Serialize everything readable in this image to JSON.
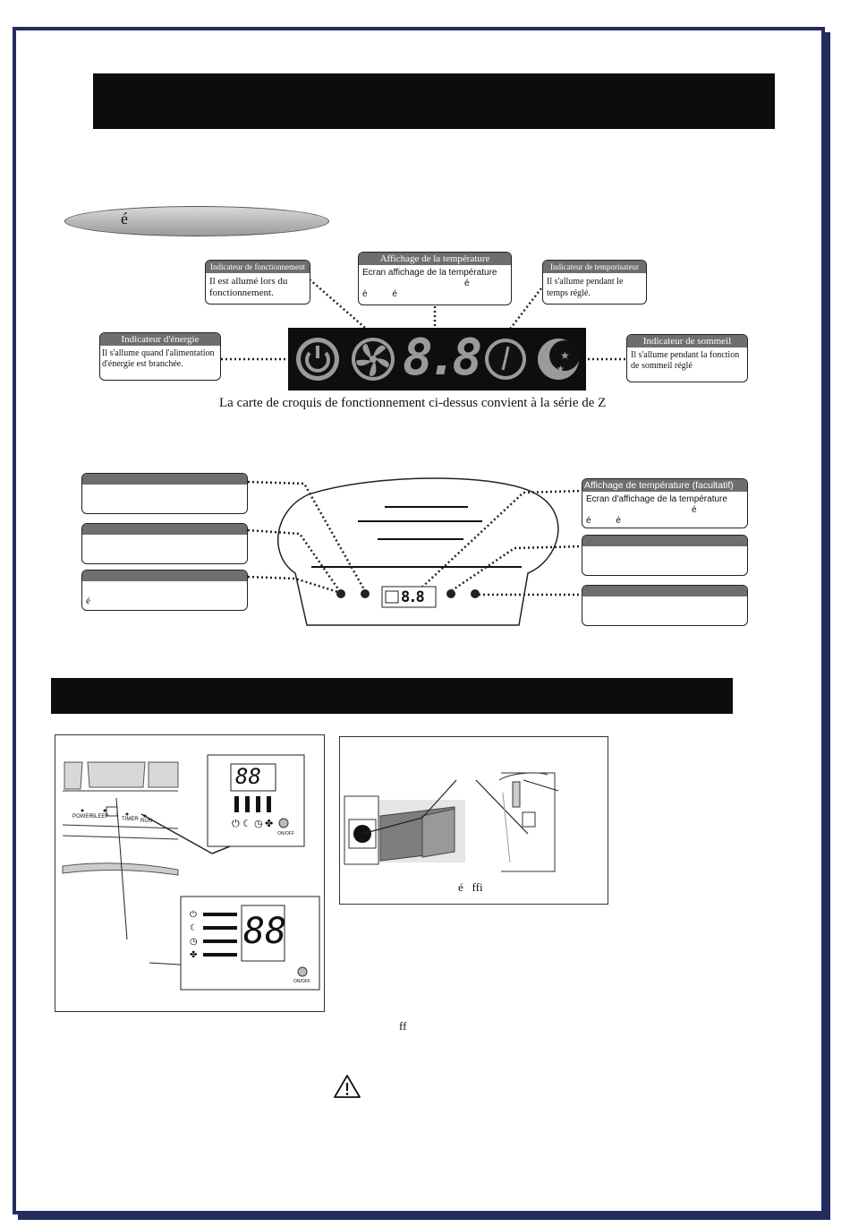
{
  "section1": {
    "pill_text": "é",
    "callouts": {
      "fonctionnement": {
        "title": "Indicateur de fonctionnement",
        "lines": [
          "Il est allumé lors du",
          "fonctionnement."
        ]
      },
      "temperature": {
        "title": "Affichage de la température",
        "lines": [
          "Ecran affichage de la température",
          "é",
          "é          é"
        ]
      },
      "temporisateur": {
        "title": "Indicateur de temporisateur",
        "lines": [
          "Il s'allume pendant le",
          "temps réglé."
        ]
      },
      "energie": {
        "title": "Indicateur d'énergie",
        "lines": [
          "Il s'allume quand l'alimentation",
          "d'énergie est branchée."
        ]
      },
      "sommeil": {
        "title": "Indicateur de sommeil",
        "lines": [
          "Il s'allume pendant la fonction",
          "de sommeil réglé"
        ]
      }
    },
    "display_digits": "8.8",
    "caption": "La carte de croquis de fonctionnement ci-dessus convient à la série de Z"
  },
  "section2": {
    "left_box3_text": "é",
    "temp_box": {
      "title": "Affichage de température (facultatif)",
      "lines": [
        "Ecran d'affichage de la température",
        "é",
        "é          é"
      ]
    },
    "display_digits": "8.8"
  },
  "section3": {
    "fig1_top_digits": "88",
    "fig1_bottom_digits": "88",
    "onoff_label": "ON/OFF",
    "strip_labels": [
      "POWER",
      "SLEEP",
      "TIMER",
      "RUN"
    ],
    "fig2_caption": "é   ffi",
    "note_ff": "ff"
  }
}
